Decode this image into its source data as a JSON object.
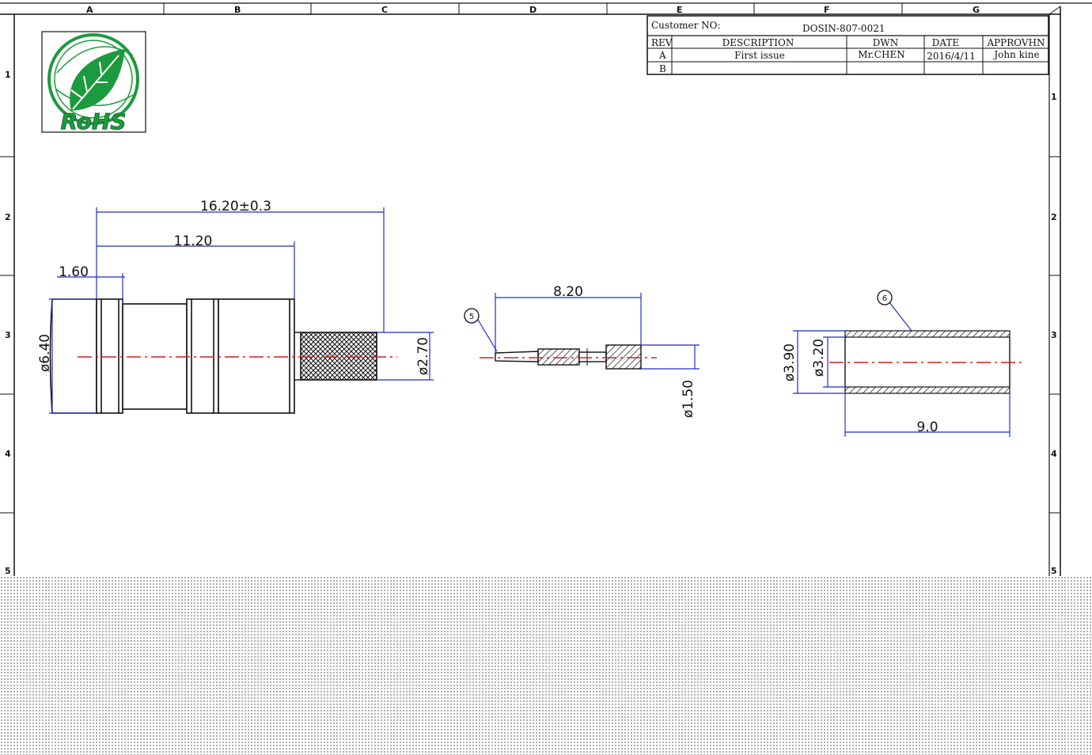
{
  "zones": {
    "columns": [
      "A",
      "B",
      "C",
      "D",
      "E",
      "F",
      "G"
    ],
    "rows_left": [
      "1",
      "2",
      "3",
      "4",
      "5"
    ],
    "rows_right": [
      "1",
      "2",
      "3",
      "4",
      "5"
    ]
  },
  "logo": {
    "text": "RoHS",
    "icon": "leaf-icon"
  },
  "title_block": {
    "customer_label": "Customer NO:",
    "part_number": "DOSIN-807-0021",
    "headers": {
      "rev": "REV",
      "description": "DESCRIPTION",
      "drawn": "DWN",
      "date": "DATE",
      "approved": "APPROVHN"
    },
    "row_a": {
      "rev": "A",
      "description": "First issue",
      "drawn": "Mr.CHEN",
      "date": "2016/4/11",
      "approved": "John kine"
    },
    "row_b": {
      "rev": "B"
    }
  },
  "dimensions": {
    "overall_length": "16.20±0.3",
    "body_length": "11.20",
    "front_length": "1.60",
    "outer_diameter": "ø6.40",
    "crimp_diameter": "ø2.70",
    "pin_length": "8.20",
    "pin_diameter": "ø1.50",
    "ferrule_outer": "ø3.90",
    "ferrule_inner": "ø3.20",
    "ferrule_length": "9.0"
  },
  "balloons": {
    "pin": "5",
    "ferrule": "6"
  },
  "colors": {
    "line": "#111111",
    "dimension": "#1f2fbf",
    "centerline": "#d02020",
    "logo_green": "#1c9a3e"
  }
}
